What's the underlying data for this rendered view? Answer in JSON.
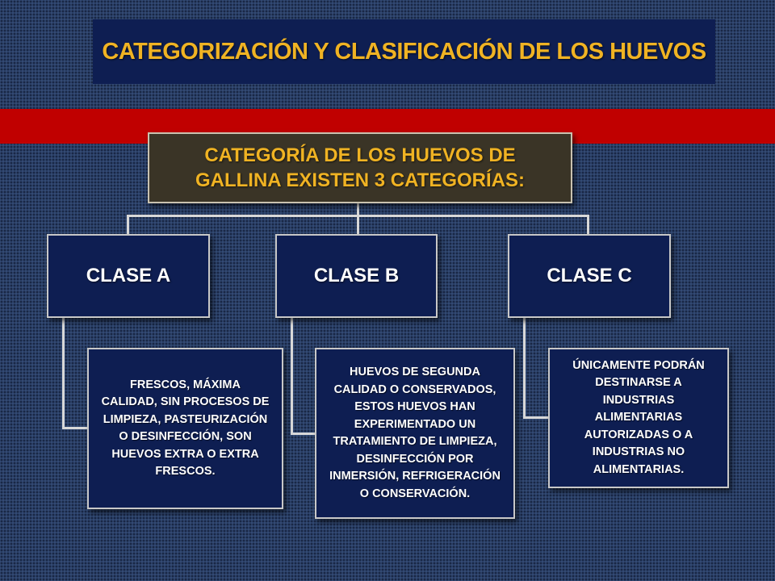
{
  "slide": {
    "title": "CATEGORIZACIÓN Y CLASIFICACIÓN DE LOS HUEVOS"
  },
  "diagram": {
    "root": {
      "line1": "CATEGORÍA DE LOS HUEVOS DE",
      "line2": "GALLINA EXISTEN 3 CATEGORÍAS:"
    },
    "classes": [
      {
        "label": "CLASE A",
        "description": [
          "FRESCOS, MÁXIMA",
          "CALIDAD, SIN PROCESOS DE",
          "LIMPIEZA, PASTEURIZACIÓN",
          "O DESINFECCIÓN, SON",
          "HUEVOS EXTRA O EXTRA",
          "FRESCOS."
        ]
      },
      {
        "label": "CLASE B",
        "description": [
          "HUEVOS DE SEGUNDA",
          "CALIDAD O CONSERVADOS,",
          "ESTOS HUEVOS HAN",
          "EXPERIMENTADO UN",
          "TRATAMIENTO DE LIMPIEZA,",
          "DESINFECCIÓN POR",
          "INMERSIÓN, REFRIGERACIÓN",
          "O CONSERVACIÓN."
        ]
      },
      {
        "label": "CLASE C",
        "description": [
          "ÚNICAMENTE PODRÁN",
          "DESTINARSE A",
          "INDUSTRIAS",
          "ALIMENTARIAS",
          "AUTORIZADAS O A",
          "INDUSTRIAS NO",
          "ALIMENTARIAS."
        ]
      }
    ]
  },
  "colors": {
    "background": "#2a3f66",
    "navy_box": "#0e1e52",
    "root_box": "#3a3426",
    "accent_gold": "#f0b323",
    "red_band": "#c00000",
    "connector": "#d8d8d8"
  }
}
